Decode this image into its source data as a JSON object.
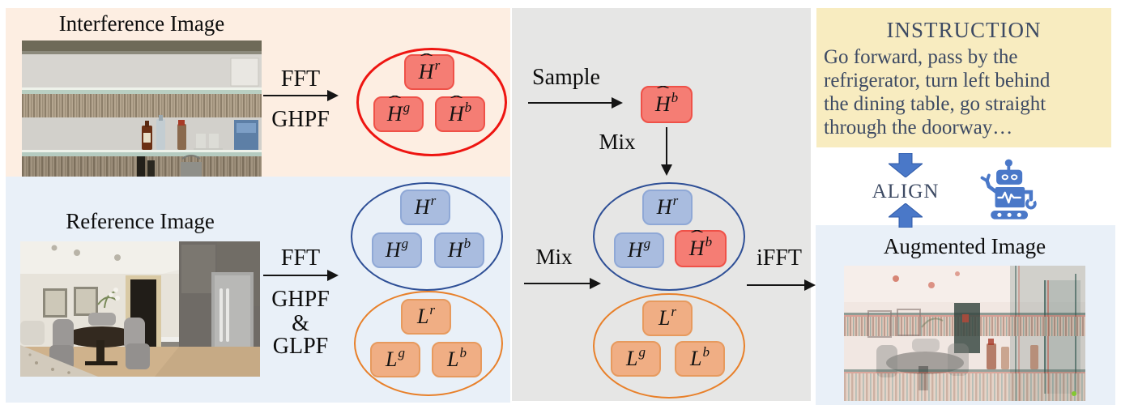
{
  "colors": {
    "panel_peach": "#fdeee2",
    "panel_blue": "#e9f0f8",
    "panel_gray": "#e6e6e5",
    "panel_yellow": "#f8ecc0",
    "red_box_fill": "#f57d74",
    "red_box_border": "#ef5148",
    "red_ellipse": "#ee1511",
    "blue_box_fill": "#a9bcdf",
    "blue_box_border": "#8fa8d6",
    "blue_ellipse": "#2e4f96",
    "orange_box_fill": "#f0ae84",
    "orange_box_border": "#e79a5e",
    "orange_ellipse": "#e8802a",
    "instruction_text": "#3d4a63",
    "block_arrow": "#4a78c8",
    "arrow_black": "#151515"
  },
  "panels": {
    "interference_title": "Interference Image",
    "reference_title": "Reference Image",
    "augmented_title": "Augmented Image"
  },
  "arrows": {
    "fft_interference": "FFT",
    "ghpf_interference": "GHPF",
    "fft_reference": "FFT",
    "ghpf_reference": "GHPF",
    "ampersand": "&",
    "glpf_reference": "GLPF",
    "sample": "Sample",
    "mix_sample": "Mix",
    "mix_reference": "Mix",
    "ifft": "iFFT"
  },
  "instruction": {
    "title": "INSTRUCTION",
    "lines": [
      "Go forward, pass by the",
      "refrigerator, turn left behind",
      "the dining table, go straight",
      "through the doorway…"
    ]
  },
  "align_label": "ALIGN",
  "icons": {
    "robot": "robot-icon",
    "block_arrow_down": "block-arrow-down-icon",
    "block_arrow_up": "block-arrow-up-icon"
  },
  "freq": {
    "interference_high": {
      "r": {
        "hat": "ˆ",
        "base": "H",
        "sup": "r"
      },
      "g": {
        "hat": "ˆ",
        "base": "H",
        "sup": "g"
      },
      "b": {
        "hat": "ˆ",
        "base": "H",
        "sup": "b"
      }
    },
    "sampled": {
      "hat": "ˆ",
      "base": "H",
      "sup": "b"
    },
    "reference_high": {
      "r": {
        "hat": "",
        "base": "H",
        "sup": "r"
      },
      "g": {
        "hat": "",
        "base": "H",
        "sup": "g"
      },
      "b": {
        "hat": "",
        "base": "H",
        "sup": "b"
      }
    },
    "reference_low": {
      "r": {
        "hat": "",
        "base": "L",
        "sup": "r"
      },
      "g": {
        "hat": "",
        "base": "L",
        "sup": "g"
      },
      "b": {
        "hat": "",
        "base": "L",
        "sup": "b"
      }
    },
    "mixed_high": {
      "r": {
        "hat": "",
        "base": "H",
        "sup": "r"
      },
      "g": {
        "hat": "",
        "base": "H",
        "sup": "g"
      },
      "b": {
        "hat": "ˆ",
        "base": "H",
        "sup": "b"
      }
    },
    "mixed_low": {
      "r": {
        "hat": "",
        "base": "L",
        "sup": "r"
      },
      "g": {
        "hat": "",
        "base": "L",
        "sup": "g"
      },
      "b": {
        "hat": "",
        "base": "L",
        "sup": "b"
      }
    }
  }
}
